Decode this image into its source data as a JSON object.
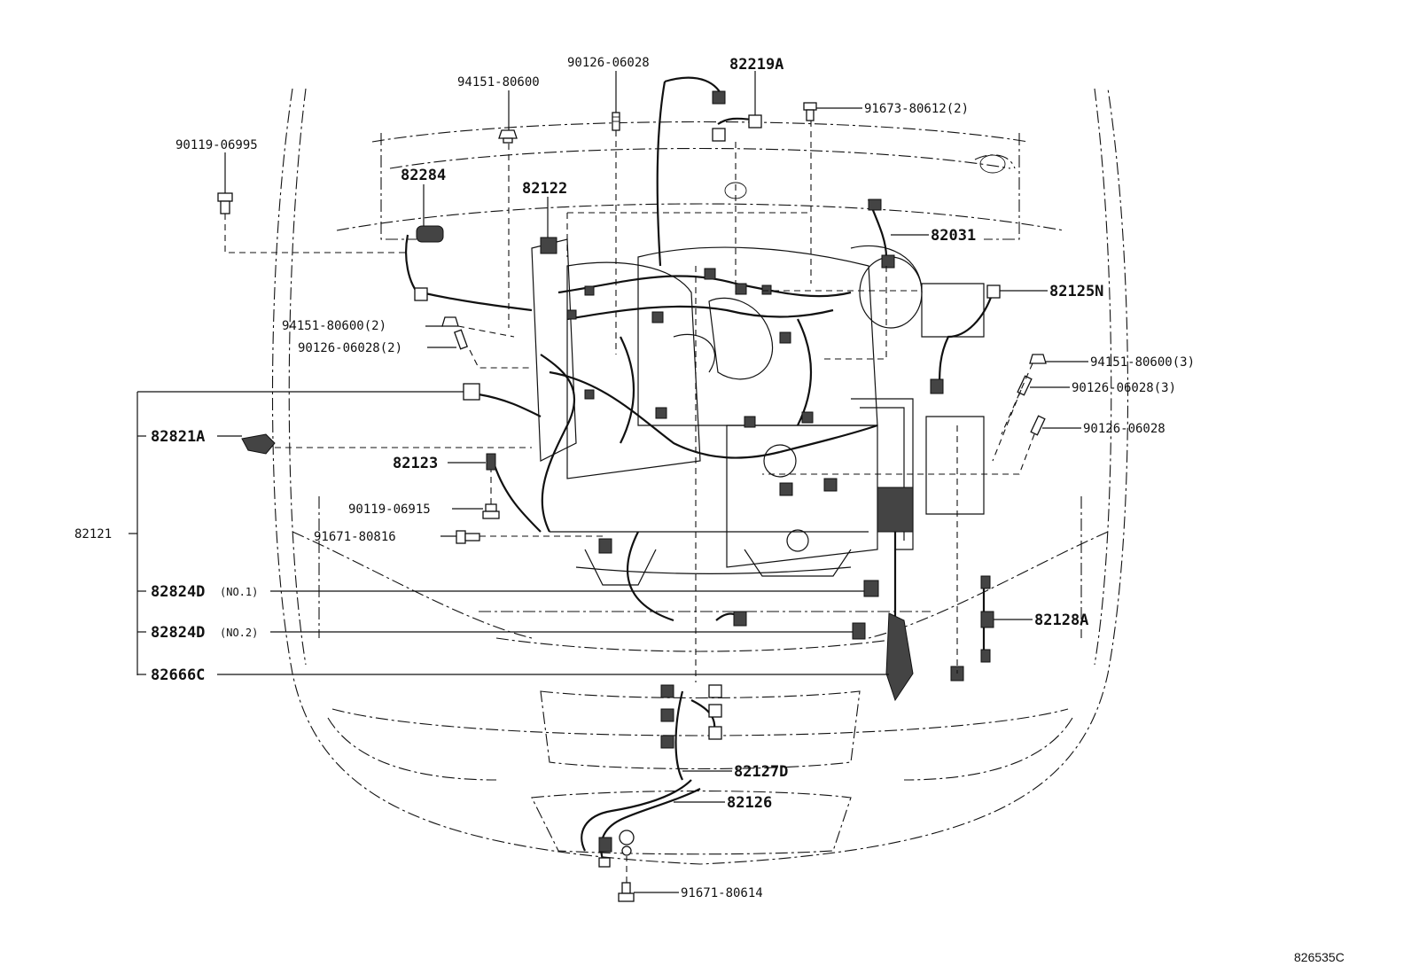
{
  "diagram_id": "826535C",
  "colors": {
    "line": "#111111",
    "background": "#ffffff",
    "connector_fill": "#444444"
  },
  "labels": {
    "p90126_06028_top": "90126-06028",
    "p82219A": "82219A",
    "p94151_80600_top": "94151-80600",
    "p91673_80612": "91673-80612(2)",
    "p90119_06995": "90119-06995",
    "p82284": "82284",
    "p82122": "82122",
    "p82031": "82031",
    "p82125N": "82125N",
    "p94151_80600_2": "94151-80600(2)",
    "p90126_06028_2": "90126-06028(2)",
    "p94151_80600_3": "94151-80600(3)",
    "p90126_06028_3": "90126-06028(3)",
    "p90126_06028_right": "90126-06028",
    "p82821A": "82821A",
    "p82123": "82123",
    "p90119_06915": "90119-06915",
    "p91671_80816": "91671-80816",
    "p82121": "82121",
    "p82824D_1": "82824D",
    "p82824D_1_tag": "(NO.1)",
    "p82824D_2": "82824D",
    "p82824D_2_tag": "(NO.2)",
    "p82666C": "82666C",
    "p82128A": "82128A",
    "p82127D": "82127D",
    "p82126": "82126",
    "p91671_80614": "91671-80614"
  },
  "icons": [
    "bolt-icon",
    "nut-icon",
    "stud-icon",
    "connector-icon",
    "clamp-icon",
    "bracket-icon"
  ]
}
